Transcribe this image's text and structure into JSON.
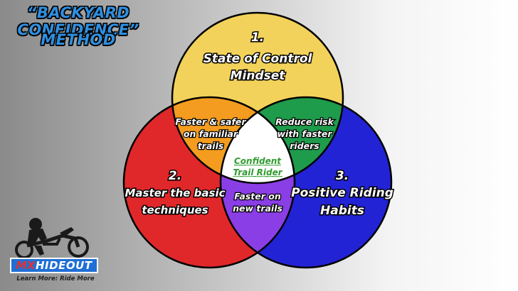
{
  "title": {
    "line1": "“BACKYARD CONFIDENCE”",
    "line2": "METHOD"
  },
  "colors": {
    "title": "#2f8fe0",
    "circle_1": "#f2d25a",
    "circle_2": "#e0282a",
    "circle_3": "#2323d6",
    "overlap_1_2": "#f39c1f",
    "overlap_1_3": "#1e9b4b",
    "overlap_2_3": "#8a3ee6",
    "center": "#ffffff"
  },
  "circles": [
    {
      "number": "1.",
      "lines": [
        "State of Control",
        "Mindset"
      ]
    },
    {
      "number": "2.",
      "lines": [
        "Master the basic",
        "techniques"
      ]
    },
    {
      "number": "3.",
      "lines": [
        "Positive Riding",
        "Habits"
      ]
    }
  ],
  "overlaps": {
    "one_two": [
      "Faster & safer",
      "on familiar",
      "trails"
    ],
    "one_three": [
      "Reduce risk",
      "with faster",
      "riders"
    ],
    "two_three": [
      "Faster on",
      "new trails"
    ]
  },
  "center": [
    "Confident",
    "Trail Rider"
  ],
  "logo": {
    "brand_mx": "MX",
    "brand_rest": "HIDEOUT",
    "tagline": "Learn More: Ride More",
    "icon": "dirt-bike-rider-icon"
  }
}
